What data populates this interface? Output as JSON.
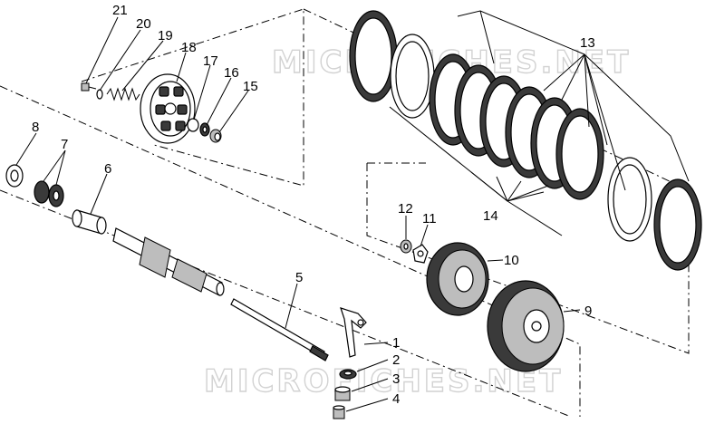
{
  "watermark": "MICROFICHES.NET",
  "callouts": {
    "n1": "1",
    "n2": "2",
    "n3": "3",
    "n4": "4",
    "n5": "5",
    "n6": "6",
    "n7": "7",
    "n8": "8",
    "n9": "9",
    "n10": "10",
    "n11": "11",
    "n12": "12",
    "n13": "13",
    "n14": "14",
    "n15": "15",
    "n16": "16",
    "n17": "17",
    "n18": "18",
    "n19": "19",
    "n20": "20",
    "n21": "21"
  }
}
